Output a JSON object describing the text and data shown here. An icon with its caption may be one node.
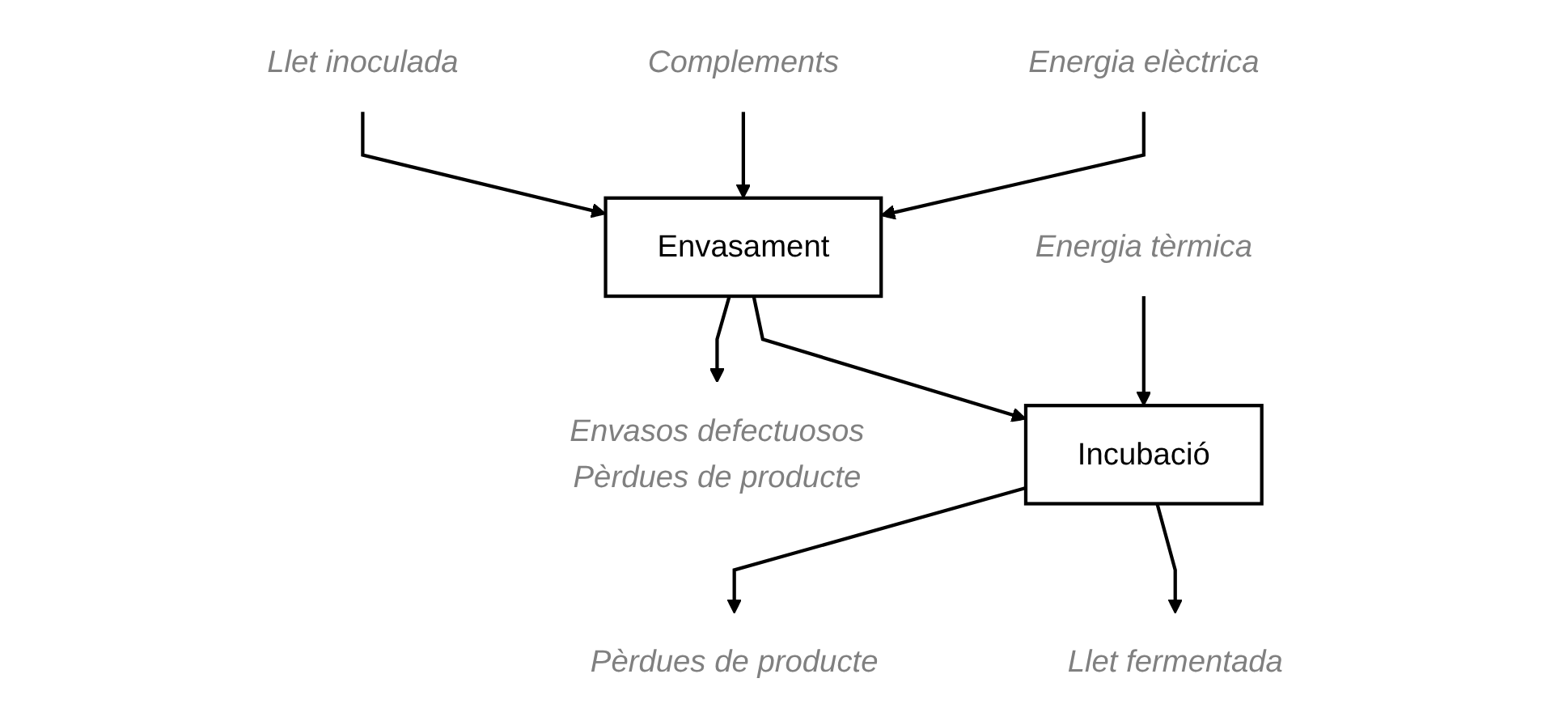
{
  "diagram": {
    "nodes": [
      {
        "text": [
          "Llet inoculada"
        ]
      },
      {
        "text": [
          "Complements"
        ]
      },
      {
        "text": [
          "Energia elèctrica"
        ]
      },
      {
        "text": [
          "Envasament"
        ]
      },
      {
        "text": [
          "Envasos defectuosos",
          "Pèrdues de producte"
        ]
      },
      {
        "text": [
          "Energia tèrmica"
        ]
      },
      {
        "text": [
          "Incubació"
        ]
      },
      {
        "text": [
          "Pèrdues de producte"
        ]
      },
      {
        "text": [
          "Llet fermentada"
        ]
      }
    ],
    "edges": [
      {
        "from": 0,
        "to": 3,
        "arrow": "to"
      },
      {
        "from": 1,
        "to": 3,
        "arrow": "to"
      },
      {
        "from": 2,
        "to": 3,
        "arrow": "to"
      },
      {
        "from": 3,
        "to": 4,
        "arrow": "to"
      },
      {
        "from": 3,
        "to": 6,
        "arrow": "to"
      },
      {
        "from": 5,
        "to": 6,
        "arrow": "to"
      },
      {
        "from": 6,
        "to": 7,
        "arrow": "to"
      },
      {
        "from": 6,
        "to": 8,
        "arrow": "to"
      }
    ]
  }
}
